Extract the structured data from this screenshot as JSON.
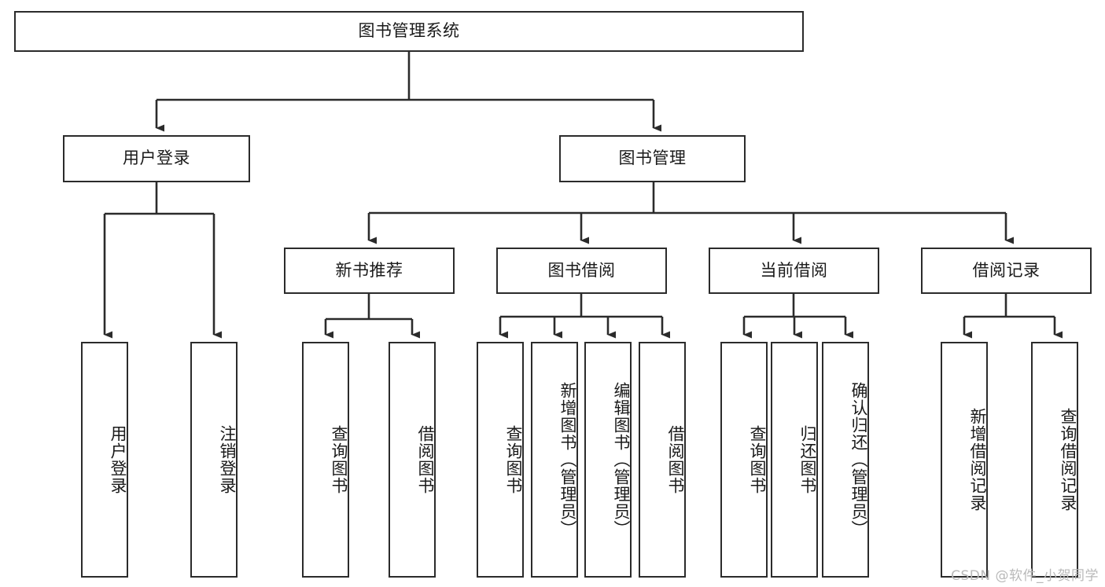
{
  "diagram": {
    "title": "图书管理系统",
    "type": "tree-hierarchy",
    "theme": {
      "background": "#ffffff",
      "node_fill": "#ffffff",
      "node_border": "#2b2b2b",
      "edge_color": "#2b2b2b",
      "text_color": "#1a1a1a",
      "watermark_color": "#b9b9b9"
    },
    "root": {
      "label": "图书管理系统"
    },
    "level2": [
      {
        "label": "用户登录"
      },
      {
        "label": "图书管理"
      }
    ],
    "level3": [
      {
        "label": "新书推荐"
      },
      {
        "label": "图书借阅"
      },
      {
        "label": "当前借阅"
      },
      {
        "label": "借阅记录"
      }
    ],
    "leaves": {
      "user_login": [
        {
          "label": "用户登录"
        },
        {
          "label": "注销登录"
        }
      ],
      "new_book_recommend": [
        {
          "label": "查询图书"
        },
        {
          "label": "借阅图书"
        }
      ],
      "book_borrow": [
        {
          "label": "查询图书"
        },
        {
          "label": "新增图书（管理员）"
        },
        {
          "label": "编辑图书（管理员）"
        },
        {
          "label": "借阅图书"
        }
      ],
      "current_borrow": [
        {
          "label": "查询图书"
        },
        {
          "label": "归还图书"
        },
        {
          "label": "确认归还（管理员）"
        }
      ],
      "borrow_record": [
        {
          "label": "新增借阅记录"
        },
        {
          "label": "查询借阅记录"
        }
      ]
    }
  },
  "watermark": {
    "text": "CSDN @软件_小贺同学"
  }
}
